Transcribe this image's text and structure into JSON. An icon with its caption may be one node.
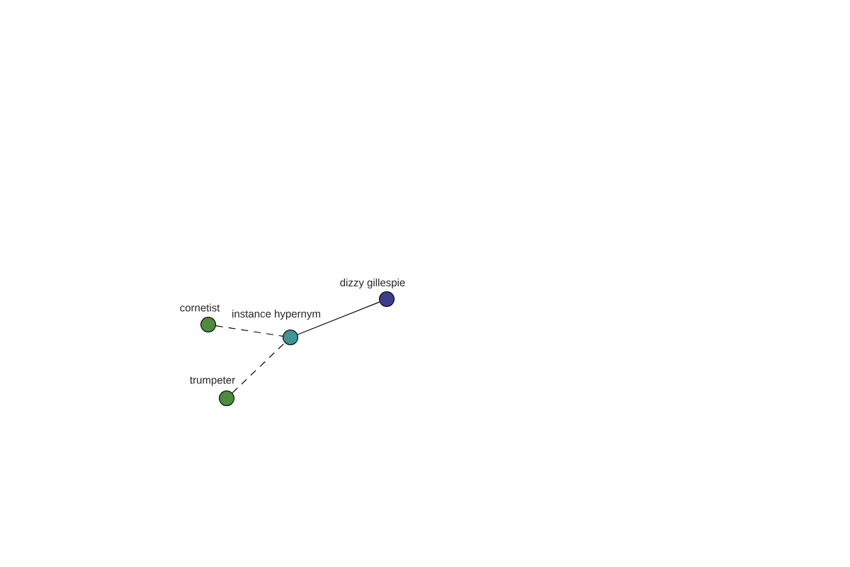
{
  "diagram": {
    "nodes": [
      {
        "text": [
          "cornetist"
        ]
      },
      {
        "text": [
          "instance hypernym"
        ]
      },
      {
        "text": [
          "dizzy gillespie"
        ]
      },
      {
        "text": [
          "trumpeter"
        ]
      }
    ],
    "edges": [
      {
        "from": 0,
        "to": 1,
        "arrow": "none",
        "style": "dashed"
      },
      {
        "from": 3,
        "to": 1,
        "arrow": "none",
        "style": "dashed"
      },
      {
        "from": 1,
        "to": 2,
        "arrow": "none"
      }
    ]
  }
}
